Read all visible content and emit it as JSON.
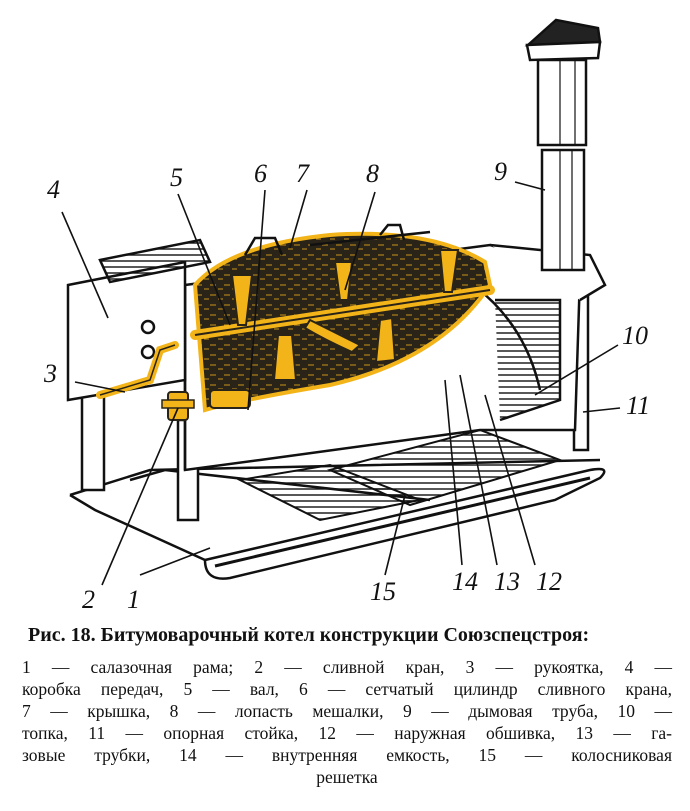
{
  "caption": {
    "title": "Рис. 18. Битумоварочный котел конструкции Союзспецстроя:",
    "legend_lines": [
      "1 — салазочная рама; 2 — сливной кран, 3 — рукоятка, 4 —",
      "коробка передач, 5 — вал, 6 — сетчатый цилиндр сливного крана,",
      "7 — крышка, 8 — лопасть мешалки, 9 — дымовая труба, 10 —",
      "топка, 11 — опорная стойка, 12 — наружная обшивка, 13 — га-",
      "зовые трубки, 14 — внутренняя емкость, 15 — колосниковая",
      "решетка"
    ]
  },
  "callouts": [
    "1",
    "2",
    "3",
    "4",
    "5",
    "6",
    "7",
    "8",
    "9",
    "10",
    "11",
    "12",
    "13",
    "14",
    "15"
  ],
  "colors": {
    "highlight": "#f2b418",
    "ink": "#111111",
    "cutaway_dark": "#2a2418"
  }
}
